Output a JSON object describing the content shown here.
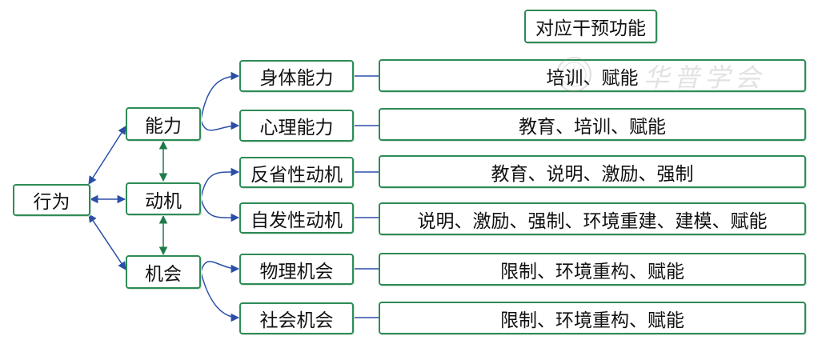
{
  "header": {
    "title": "对应干预功能"
  },
  "root": {
    "label": "行为"
  },
  "factors": [
    {
      "label": "能力"
    },
    {
      "label": "动机"
    },
    {
      "label": "机会"
    }
  ],
  "subfactors": [
    {
      "label": "身体能力",
      "functions": "培训、赋能"
    },
    {
      "label": "心理能力",
      "functions": "教育、培训、赋能"
    },
    {
      "label": "反省性动机",
      "functions": "教育、说明、激励、强制"
    },
    {
      "label": "自发性动机",
      "functions": "说明、激励、强制、环境重建、建模、赋能"
    },
    {
      "label": "物理机会",
      "functions": "限制、环境重构、赋能"
    },
    {
      "label": "社会机会",
      "functions": "限制、环境重构、赋能"
    }
  ],
  "watermark": {
    "text": "华普学会"
  },
  "colors": {
    "box_border": "#2e8b57",
    "connector": "#2b4fa8",
    "double_arrow": "#1f7a4a"
  }
}
